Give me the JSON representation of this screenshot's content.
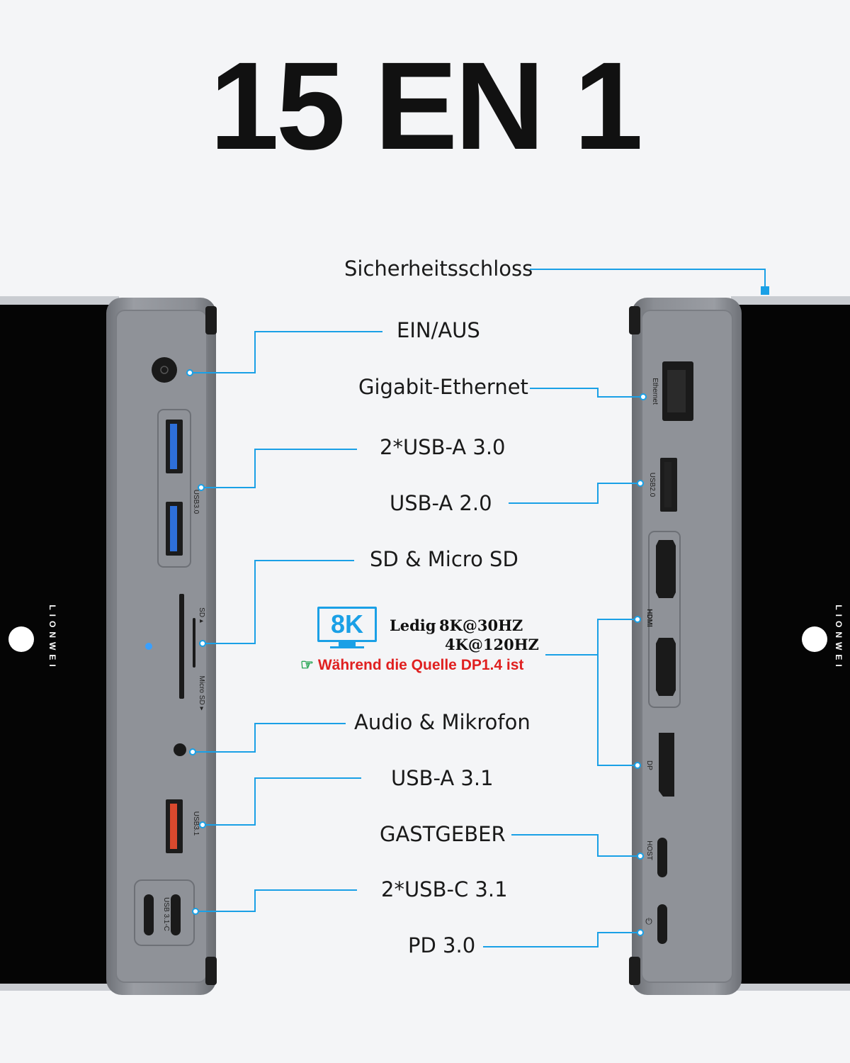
{
  "title": "15 EN 1",
  "brand": {
    "name": "LIONWEI"
  },
  "labels": {
    "security_lock": "Sicherheitsschloss",
    "power": "EIN/AUS",
    "ethernet": "Gigabit-Ethernet",
    "usb_a_30": "2*USB-A 3.0",
    "usb_a_20": "USB-A 2.0",
    "sd": "SD & Micro SD",
    "audio": "Audio & Mikrofon",
    "usb_a_31": "USB-A 3.1",
    "host": "GASTGEBER",
    "usb_c_31": "2*USB-C 3.1",
    "pd": "PD 3.0"
  },
  "display_spec": {
    "badge": "8K",
    "line1_prefix": "Ledig",
    "line1_value": "8K@30HZ",
    "line2_value": "4K@120HZ",
    "note": "Während die Quelle DP1.4 ist"
  },
  "port_markings": {
    "usb30": "USB3.0",
    "sd": "SD ▴",
    "micro_sd": "Micro SD ▸",
    "usb31": "USB3.1",
    "usbc": "USB 3.1-C",
    "ethernet": "Ethernet",
    "usb20": "USB2.0",
    "hdmi": "HDMI",
    "dp": "DP",
    "host": "HOST"
  },
  "colors": {
    "accent": "#1aa0e6",
    "usb3_blue": "#2e6fd9",
    "usb31_red": "#d9492e",
    "note_red": "#e02020",
    "hand_green": "#1aa04a",
    "device_body": "#0a0a0a",
    "device_panel": "#8d9096"
  }
}
